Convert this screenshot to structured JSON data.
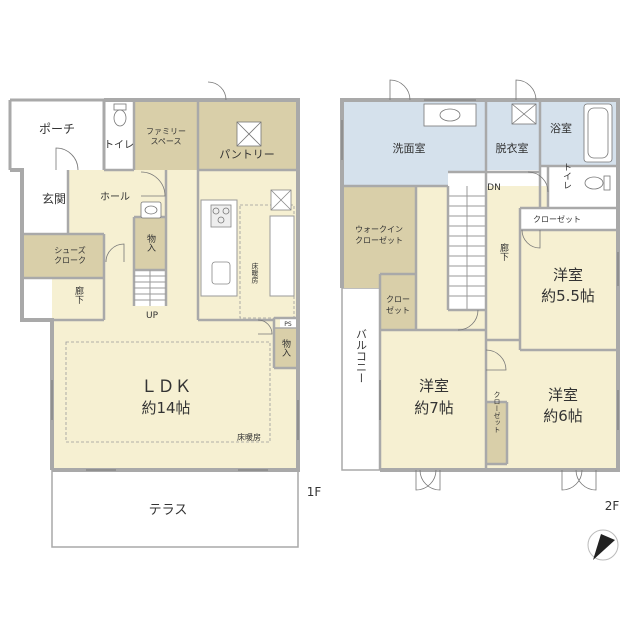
{
  "floor1": {
    "label": "1F",
    "rooms": {
      "porch": "ポーチ",
      "toilet": "トイレ",
      "family_space_1": "ファミリー",
      "family_space_2": "スペース",
      "pantry": "パントリー",
      "entrance": "玄関",
      "hall": "ホール",
      "shoes_1": "シューズ",
      "shoes_2": "クローク",
      "storage_stair": "物入",
      "corridor": "廊下",
      "up": "UP",
      "storage": "物入",
      "ps": "PS",
      "floor_heating_kitchen": "床暖房",
      "ldk_1": "ＬＤＫ",
      "ldk_2": "約14帖",
      "floor_heating_ldk": "床暖房",
      "terrace": "テラス"
    }
  },
  "floor2": {
    "label": "2F",
    "rooms": {
      "washroom": "洗面室",
      "dressing": "脱衣室",
      "bath": "浴室",
      "dn": "DN",
      "toilet": "トイレ",
      "closet_top": "クローゼット",
      "walkin_1": "ウォークイン",
      "walkin_2": "クローゼット",
      "corridor": "廊下",
      "western_a_1": "洋室",
      "western_a_2": "約5.5帖",
      "closet_mid_1": "クロー",
      "closet_mid_2": "ゼット",
      "balcony": "バルコニー",
      "western_b_1": "洋室",
      "western_b_2": "約7帖",
      "western_c_1": "洋室",
      "western_c_2": "約6帖",
      "closet_small": "クローゼット"
    }
  },
  "colors": {
    "wall": "#a9a9a9",
    "floor_yellow": "#f6f0d2",
    "tan_storage": "#d9cfa9",
    "blue_water": "#d5e1ec",
    "white_floor": "#ffffff",
    "text": "#333333"
  },
  "icons": [
    "compass-north-arrow-icon",
    "door-swing-icon",
    "kitchen-sink-icon",
    "toilet-icon",
    "bathtub-icon",
    "stair-icon"
  ]
}
